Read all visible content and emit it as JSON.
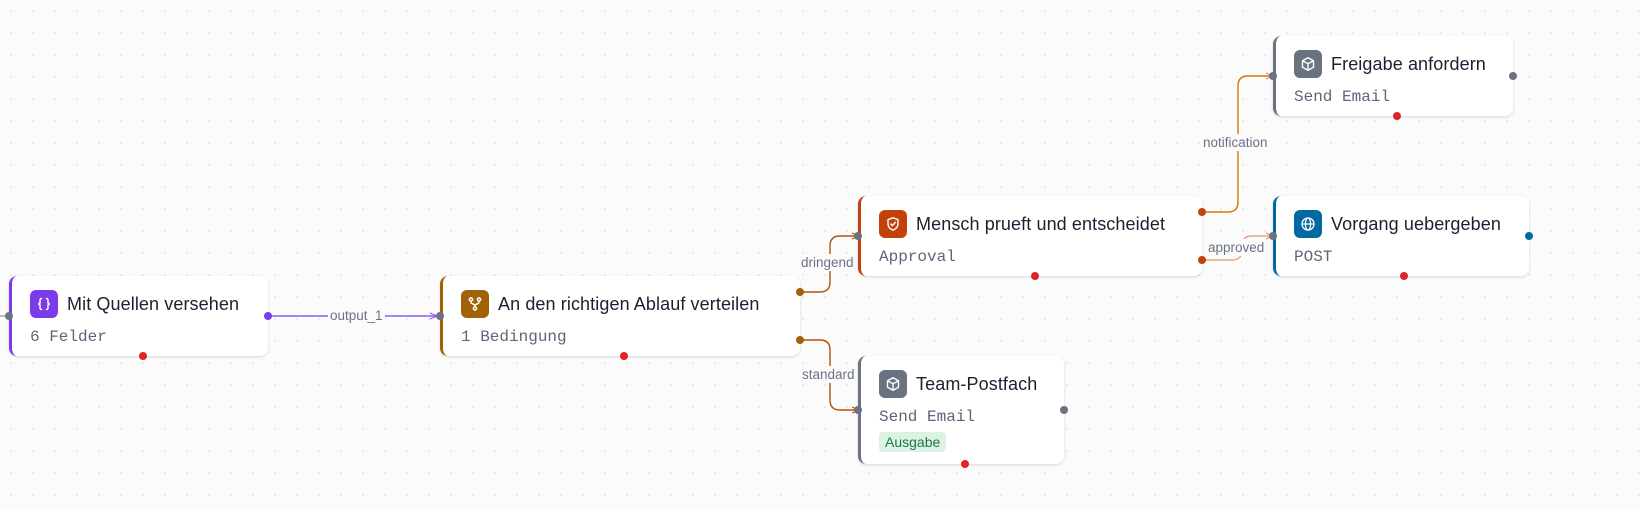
{
  "nodes": {
    "quellen": {
      "title": "Mit Quellen versehen",
      "subtitle": "6 Felder",
      "icon": "braces-icon",
      "accent": "#7c3aed"
    },
    "verteilen": {
      "title": "An den richtigen Ablauf verteilen",
      "subtitle": "1 Bedingung",
      "icon": "branch-icon",
      "accent": "#a16207"
    },
    "mensch": {
      "title": "Mensch prueft und entscheidet",
      "subtitle": "Approval",
      "icon": "shield-check-icon",
      "accent": "#c2410c"
    },
    "freigabe": {
      "title": "Freigabe anfordern",
      "subtitle": "Send Email",
      "icon": "cube-icon",
      "accent": "#6b7280"
    },
    "vorgang": {
      "title": "Vorgang uebergeben",
      "subtitle": "POST",
      "icon": "globe-icon",
      "accent": "#0369a1"
    },
    "team": {
      "title": "Team-Postfach",
      "subtitle": "Send Email",
      "badge": "Ausgabe",
      "icon": "cube-icon",
      "accent": "#6b7280"
    }
  },
  "edges": {
    "output_1": "output_1",
    "dringend": "dringend",
    "standard": "standard",
    "notification": "notification",
    "approved": "approved"
  },
  "colors": {
    "canvas": "#fbfbfc",
    "handle_gray": "#6b7280",
    "error_handle": "#dc2626",
    "edge_purple": "#8b5cf6",
    "edge_brown": "#b45309",
    "edge_orange": "#d97706",
    "badge_bg": "#dcf2e5",
    "badge_text": "#197a45"
  }
}
